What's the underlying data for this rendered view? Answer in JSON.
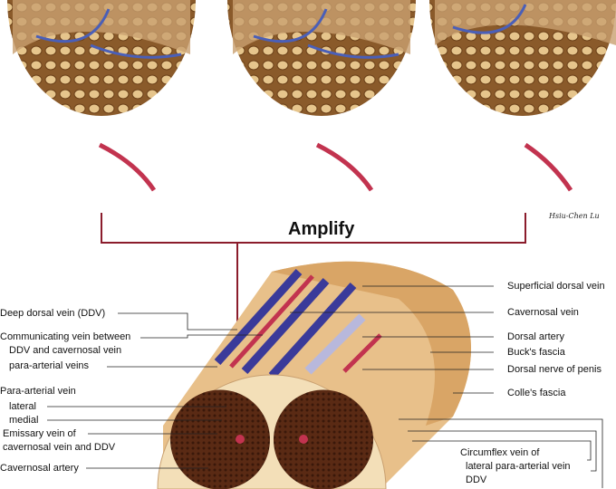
{
  "title": "Amplify",
  "signature": "Hsiu-Chen Lu",
  "left_labels": {
    "ddv": "Deep dorsal vein (DDV)",
    "communicating_1": "Communicating vein between",
    "communicating_2": "DDV and cavernosal vein",
    "para_arterial_veins": "para-arterial veins",
    "para_arterial_vein": "Para-arterial vein",
    "lateral": "lateral",
    "medial": "medial",
    "emissary_1": "Emissary vein of",
    "emissary_2": "cavernosal vein and DDV",
    "cavernosal_artery": "Cavernosal artery"
  },
  "right_labels": {
    "superficial_dorsal_vein": "Superficial dorsal vein",
    "cavernosal_vein": "Cavernosal vein",
    "dorsal_artery": "Dorsal artery",
    "bucks_fascia": "Buck's fascia",
    "dorsal_nerve": "Dorsal nerve of penis",
    "colles_fascia": "Colle's fascia",
    "circumflex_1": "Circumflex vein of",
    "circumflex_2": "lateral para-arterial vein",
    "ddv": "DDV"
  },
  "colors": {
    "vein": "#4a5fb8",
    "artery": "#c2334f",
    "tissue": "#c89a5a",
    "sinus": "#e8c98f",
    "bracket": "#8b1c2c"
  }
}
